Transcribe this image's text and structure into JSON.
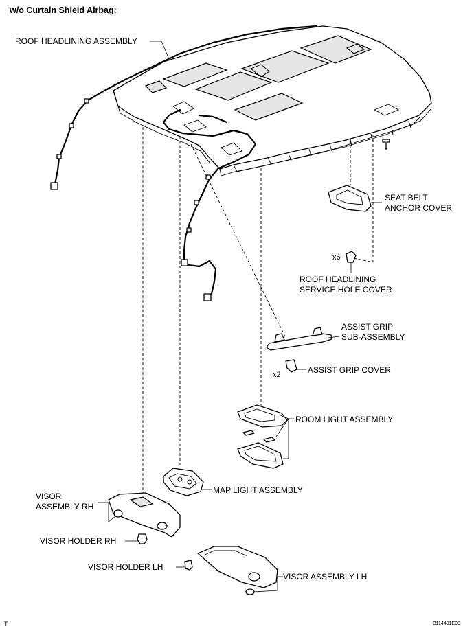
{
  "header": {
    "title": "w/o Curtain Shield Airbag:"
  },
  "labels": {
    "roof_headlining": "ROOF HEADLINING ASSEMBLY",
    "seat_belt_cover_1": "SEAT BELT",
    "seat_belt_cover_2": "ANCHOR COVER",
    "service_hole_1": "ROOF HEADLINING",
    "service_hole_2": "SERVICE HOLE COVER",
    "assist_grip_1": "ASSIST GRIP",
    "assist_grip_2": "SUB-ASSEMBLY",
    "assist_grip_cover": "ASSIST GRIP COVER",
    "room_light": "ROOM LIGHT ASSEMBLY",
    "map_light": "MAP LIGHT ASSEMBLY",
    "visor_rh_1": "VISOR",
    "visor_rh_2": "ASSEMBLY RH",
    "visor_holder_rh": "VISOR HOLDER RH",
    "visor_holder_lh": "VISOR HOLDER LH",
    "visor_lh": "VISOR ASSEMBLY LH"
  },
  "counts": {
    "service_hole_qty": "x6",
    "assist_grip_cover_qty": "x2"
  },
  "footer": {
    "corner_mark": "T",
    "figure_code": "B114491E03"
  }
}
